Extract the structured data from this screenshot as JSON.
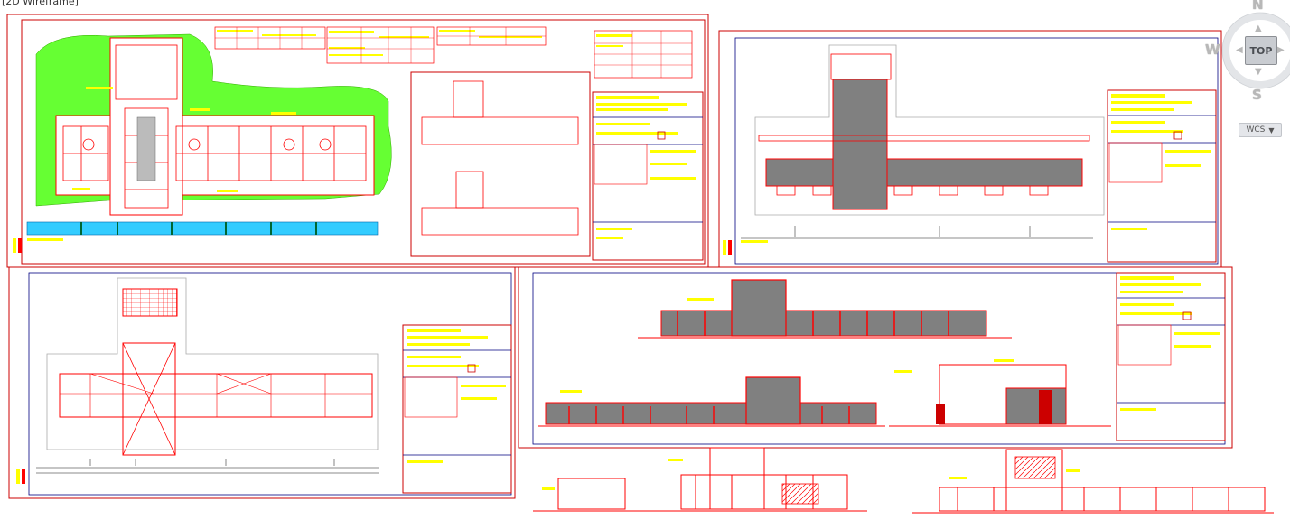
{
  "viewport": {
    "label": "[2D Wireframe]"
  },
  "navcube": {
    "face": "TOP",
    "north": "N",
    "south": "S",
    "west": "W",
    "east": ""
  },
  "wcs": {
    "label": "WCS"
  },
  "colors": {
    "frame": "#cc0000",
    "line": "#ff0000",
    "text": "#ffff00",
    "fill": "#808080",
    "grass": "#66ff33",
    "water": "#33ccff",
    "viewport_bg": "#ffffff"
  }
}
